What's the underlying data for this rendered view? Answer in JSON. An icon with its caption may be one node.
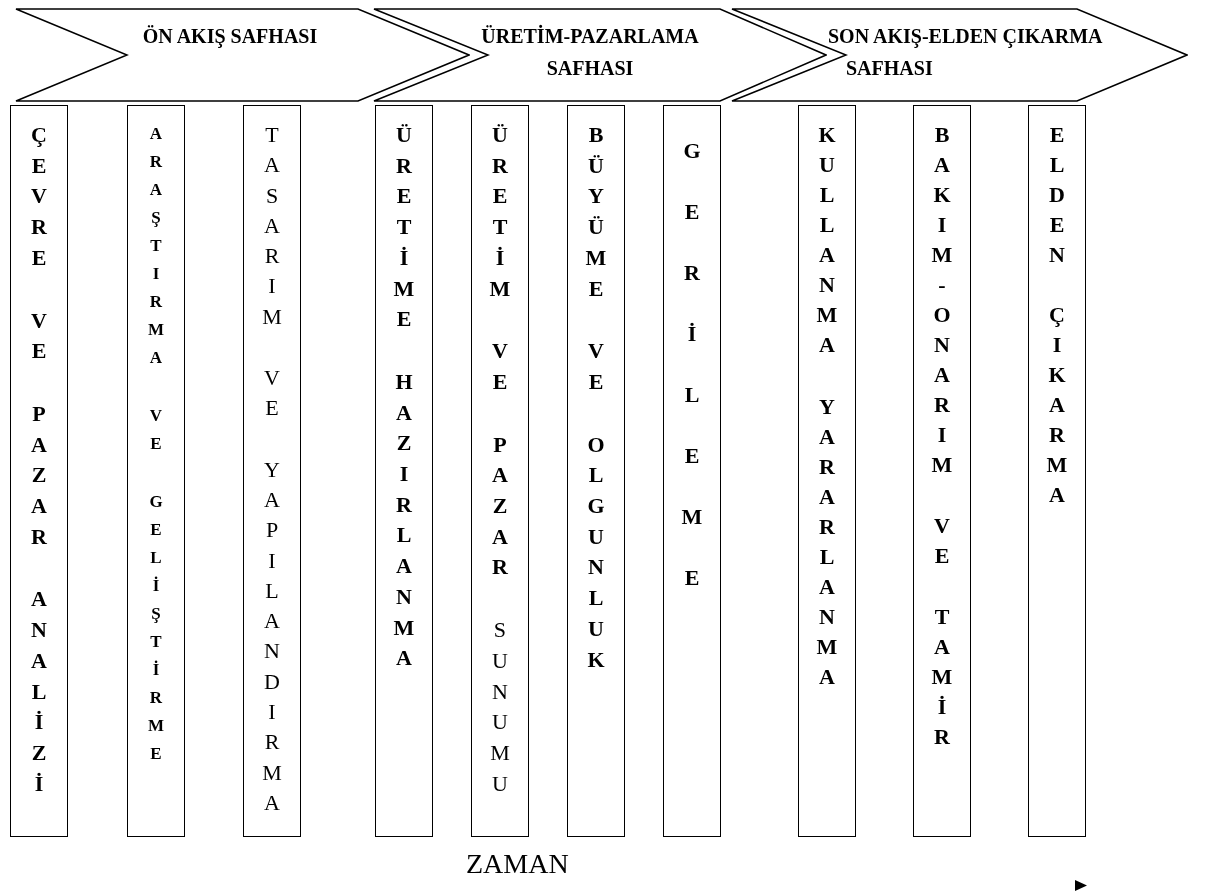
{
  "diagram": {
    "nodes": [
      {
        "text": [
          "ÖN AKIŞ SAFHASI"
        ]
      },
      {
        "text": [
          "ÜRETİM-PAZARLAMA SAFHASI"
        ]
      },
      {
        "text": [
          "SON AKIŞ-ELDEN ÇIKARMA SAFHASI"
        ]
      },
      {
        "text": [
          "ÇEVRE VE PAZAR ANALİZİ"
        ]
      },
      {
        "text": [
          "ARAŞTIRMA VE GELİŞTİRME"
        ]
      },
      {
        "text": [
          "TASARIM VE YAPILANDIRMA"
        ]
      },
      {
        "text": [
          "ÜRETİME HAZIRLANMA"
        ]
      },
      {
        "text": [
          "**ÜRETİM VE PAZAR** SUNUMU"
        ]
      },
      {
        "text": [
          "BÜYÜME VE OLGUNLUK"
        ]
      },
      {
        "text": [
          "GERİLEME"
        ]
      },
      {
        "text": [
          "KULLANMA YARARLANMA"
        ]
      },
      {
        "text": [
          "BAKIM-ONARIM VE TAMİR"
        ]
      },
      {
        "text": [
          "ELDEN ÇIKARMA"
        ]
      }
    ],
    "labels": [
      "ZAMAN"
    ]
  }
}
